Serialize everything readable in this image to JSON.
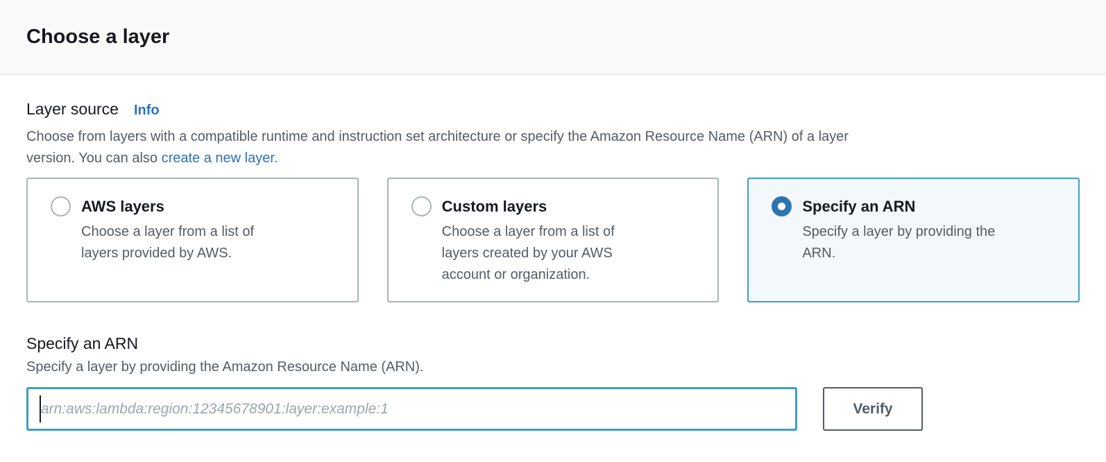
{
  "header": {
    "title": "Choose a layer"
  },
  "layer_source": {
    "label": "Layer source",
    "info_link": "Info",
    "description_lines": [
      "Choose from layers with a compatible runtime and instruction set architecture or specify the Amazon Resource Name (ARN) of a layer",
      "version. You can also "
    ],
    "create_link_label": "create a new layer.",
    "options": [
      {
        "title": "AWS layers",
        "description_lines": [
          "Choose a layer from a list of",
          "layers provided by AWS."
        ],
        "selected": false
      },
      {
        "title": "Custom layers",
        "description_lines": [
          "Choose a layer from a list of",
          "layers created by your AWS",
          "account or organization."
        ],
        "selected": false
      },
      {
        "title": "Specify an ARN",
        "description_lines": [
          "Specify a layer by providing the",
          "ARN."
        ],
        "selected": true
      }
    ]
  },
  "arn_section": {
    "heading": "Specify an ARN",
    "description": "Specify a layer by providing the Amazon Resource Name (ARN).",
    "input": {
      "value": "",
      "placeholder": "arn:aws:lambda:region:12345678901:layer:example:1"
    },
    "verify_button": "Verify"
  },
  "colors": {
    "link_blue": "#2673bc",
    "radio_selected_blue": "#2d74b5",
    "focus_border_teal": "#3f9cc7",
    "selected_card_bg": "#f2f8fb",
    "card_border_gray": "#a9b4b6",
    "text_dark": "#16191f",
    "text_gray": "#545b64",
    "header_bg": "#fafafa",
    "divider": "#eaeded"
  }
}
